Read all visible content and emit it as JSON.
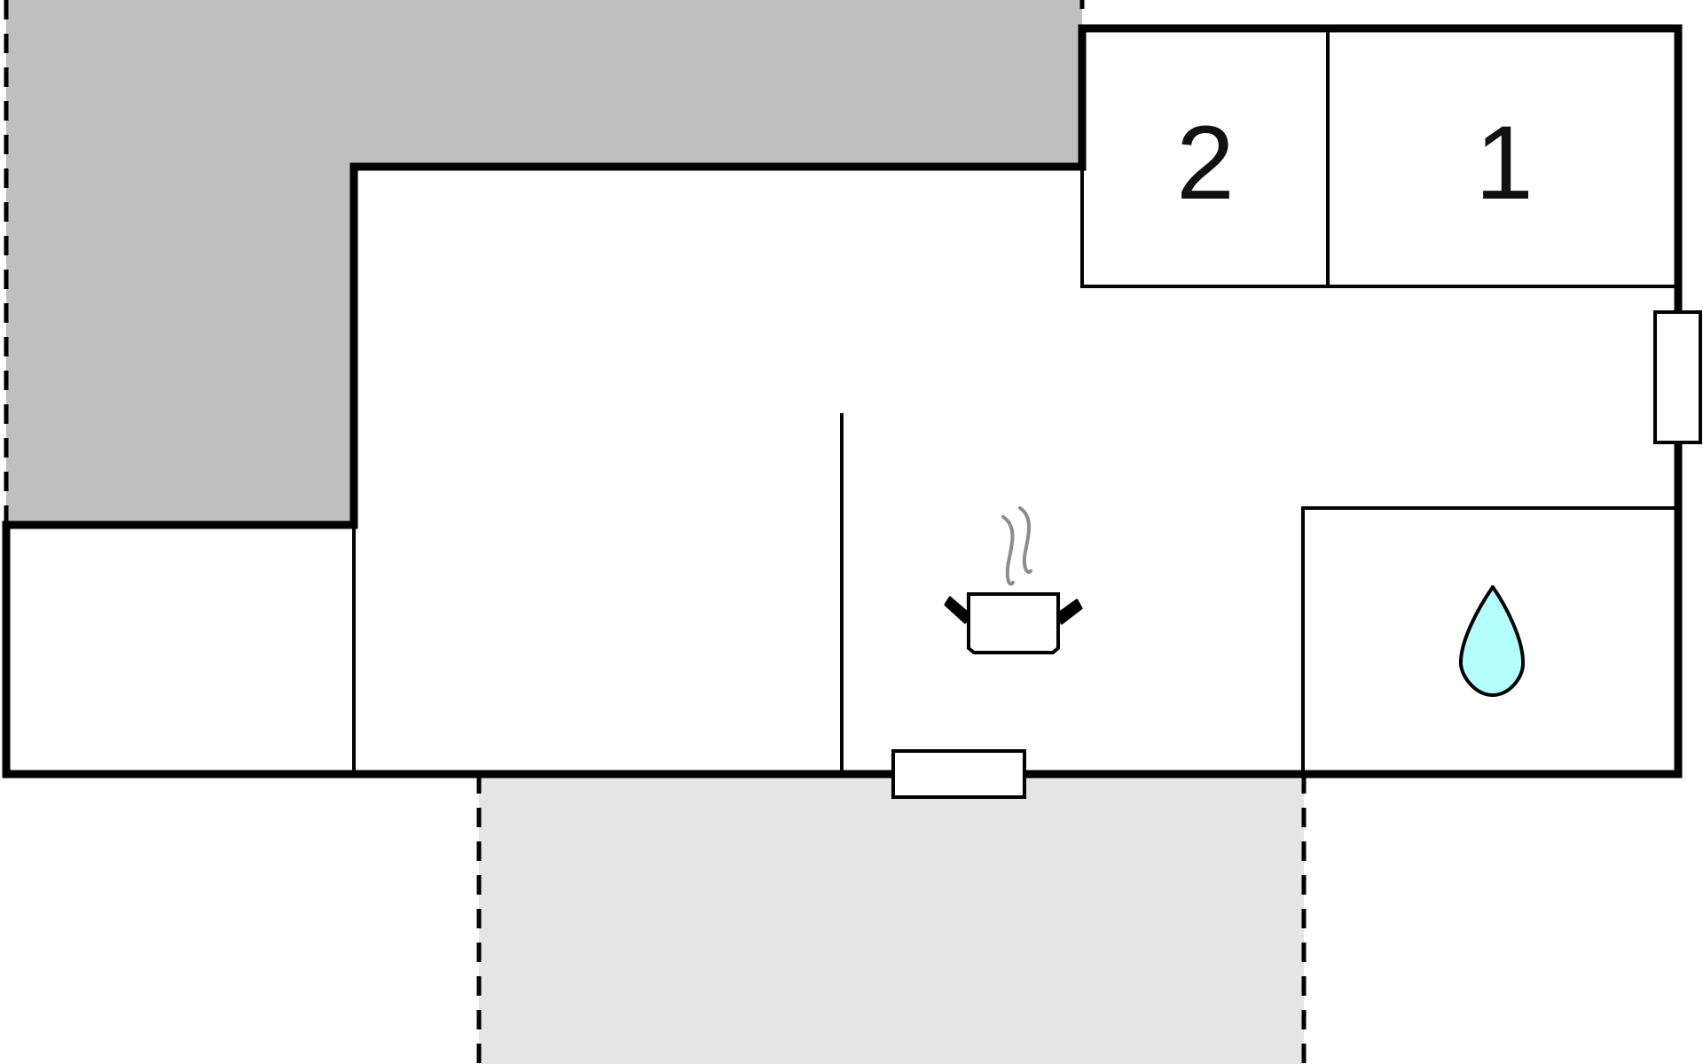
{
  "floorplan": {
    "colors": {
      "wall": "#000000",
      "floor": "#ffffff",
      "covered_terrace": "#bfbfbf",
      "open_terrace": "#e5e5e5",
      "steam": "#8c8c8c",
      "water_drop": "#b3ffff"
    },
    "rooms": [
      {
        "id": "bedroom-1",
        "label": "1"
      },
      {
        "id": "bedroom-2",
        "label": "2"
      }
    ],
    "icons": [
      {
        "name": "cooking-pot-icon",
        "meaning": "kitchen"
      },
      {
        "name": "water-drop-icon",
        "meaning": "bathroom"
      }
    ]
  }
}
